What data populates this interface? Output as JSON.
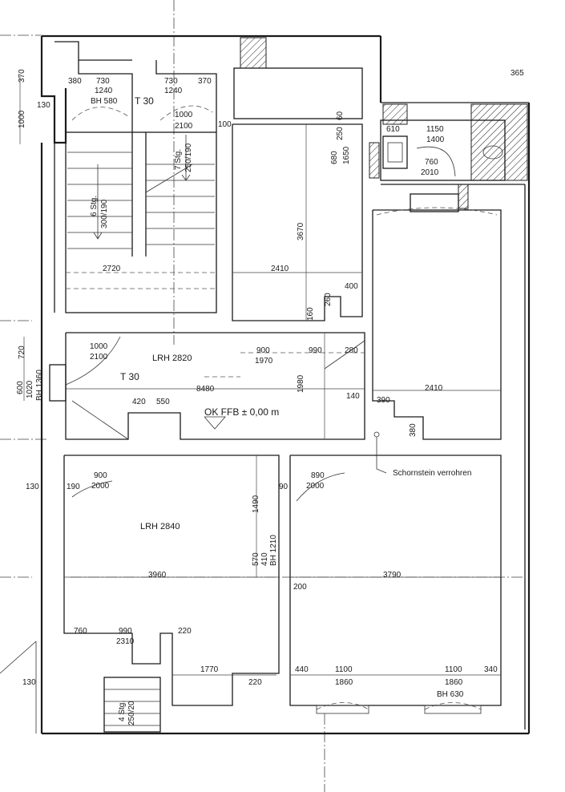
{
  "drawing": {
    "rooms": {
      "room_top_center": {
        "width": "2410",
        "height": "3670"
      },
      "room_right_middle": {
        "width": "2410"
      },
      "corridor": {
        "lrh": "LRH 2820",
        "length": "8480"
      },
      "room_bottom_left": {
        "lrh": "LRH 2840",
        "width": "3960"
      },
      "room_bottom_right": {
        "width": "3790"
      },
      "stair_hall": {
        "width": "2720"
      }
    },
    "stairs": {
      "top_left": {
        "steps": "6 Stg.",
        "ratio": "300/190"
      },
      "top_right": {
        "steps": "7 Stg.",
        "ratio": "250/190"
      },
      "bottom": {
        "steps": "4 Stg.",
        "ratio": "250/20"
      }
    },
    "level": "OK FFB ± 0,00 m",
    "fire_doors": [
      "T 30",
      "T 30"
    ],
    "chimney_label": "Schornstein verrohren",
    "window_dims": [
      {
        "w": "730",
        "h": "1240"
      },
      {
        "w": "730",
        "h": "1240"
      },
      {
        "w": "1100",
        "h": "1860"
      },
      {
        "w": "1100",
        "h": "1860"
      }
    ],
    "sill_heights": [
      "BH 580",
      "BH 1360",
      "BH 1210",
      "BH 630"
    ],
    "door_dims": [
      {
        "w": "1000",
        "h": "2100"
      },
      {
        "w": "1000",
        "h": "2100"
      },
      {
        "w": "900",
        "h": "1970"
      },
      {
        "w": "900",
        "h": "2000"
      },
      {
        "w": "890",
        "h": "2000"
      },
      {
        "w": "990",
        "h": "2310"
      },
      {
        "w": "1150",
        "h": "1400"
      },
      {
        "w": "760",
        "h": "2010"
      }
    ],
    "dims": {
      "d370a": "370",
      "d1000": "1000",
      "d130a": "130",
      "d380": "380",
      "d370b": "370",
      "d100": "100",
      "d365": "365",
      "d610": "610",
      "d250": "250",
      "d60": "60",
      "d680": "680",
      "d1650": "1650",
      "d400": "400",
      "d260": "260",
      "d160": "160",
      "d990": "990",
      "d280": "280",
      "d720": "720",
      "d600": "600",
      "d1020": "1020",
      "d1980": "1980",
      "d140": "140",
      "d390": "390",
      "d380b": "380",
      "d420": "420",
      "d550": "550",
      "d130b": "130",
      "d190": "190",
      "d1490": "1490",
      "d90": "90",
      "d570": "570",
      "d410": "410",
      "d200": "200",
      "d760": "760",
      "d220a": "220",
      "d1770": "1770",
      "d220b": "220",
      "d130c": "130",
      "d440": "440",
      "d340": "340"
    }
  }
}
